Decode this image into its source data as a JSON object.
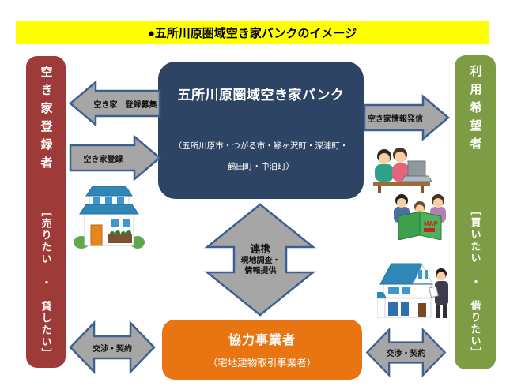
{
  "page": {
    "title": "●五所川原圏域空き家バンクのイメージ"
  },
  "left_bar": {
    "role": "空き家登録者",
    "desire": "［売りたい　・　貸したい］"
  },
  "right_bar": {
    "role": "利用希望者",
    "desire": "［買いたい　・　借りたい］"
  },
  "bank_box": {
    "title": "五所川原圏域空き家バンク",
    "subtitle_line1": "（五所川原市・つがる市・鰺ヶ沢町・深浦町・",
    "subtitle_line2": "鶴田町・中泊町）"
  },
  "partner_box": {
    "title": "協力事業者",
    "subtitle": "（宅地建物取引事業者）"
  },
  "arrows": {
    "recruit_label": "空き家　登録募集",
    "register_label": "空き家登録",
    "info_label": "空き家情報発信",
    "cooperation_title": "連携",
    "cooperation_line1": "現地調査・",
    "cooperation_line2": "情報提供",
    "negotiate_left_label": "交渉・契約",
    "negotiate_right_label": "交渉・契約"
  },
  "illustrations": {
    "map_book_label": "MAP"
  },
  "colors": {
    "banner_bg": "#ffff00",
    "owner_bar": "#9e3a38",
    "user_bar": "#7d9c44",
    "bank_box": "#2e4465",
    "partner_box": "#e87511",
    "arrow_fill": "#a6a6a6",
    "arrow_border": "#3d6091"
  }
}
